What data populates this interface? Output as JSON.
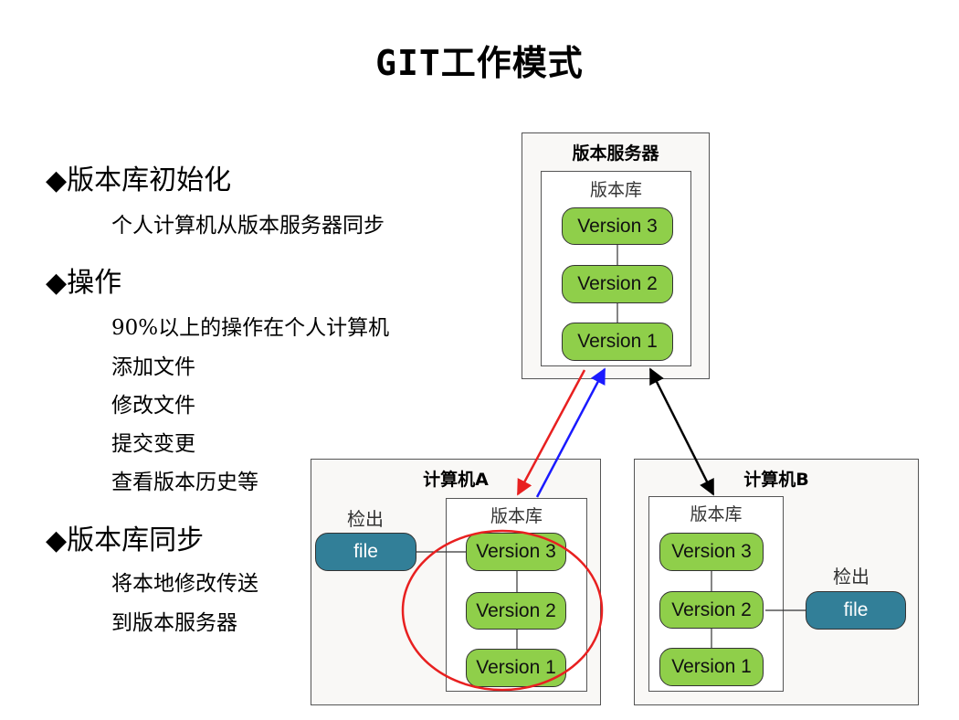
{
  "title": "GIT工作模式",
  "bullets": [
    {
      "marker": "◆",
      "heading": "版本库初始化",
      "items": [
        "个人计算机从版本服务器同步"
      ]
    },
    {
      "marker": "◆",
      "heading": "操作",
      "items": [
        "90%以上的操作在个人计算机",
        "添加文件",
        "修改文件",
        "提交变更",
        "查看版本历史等"
      ]
    },
    {
      "marker": "◆",
      "heading": "版本库同步",
      "items": [
        "将本地修改传送",
        "到版本服务器"
      ]
    }
  ],
  "server": {
    "title": "版本服务器",
    "repo_label": "版本库",
    "versions": [
      "Version 3",
      "Version 2",
      "Version 1"
    ]
  },
  "computer_a": {
    "title": "计算机A",
    "repo_label": "版本库",
    "checkout_label": "检出",
    "file_label": "file",
    "versions": [
      "Version 3",
      "Version 2",
      "Version 1"
    ]
  },
  "computer_b": {
    "title": "计算机B",
    "repo_label": "版本库",
    "checkout_label": "检出",
    "file_label": "file",
    "versions": [
      "Version 3",
      "Version 2",
      "Version 1"
    ]
  },
  "colors": {
    "version_fill": "#8fcf4a",
    "file_fill": "#327f98",
    "push_arrow": "#1a1aff",
    "pull_arrow": "#e82020",
    "sync_arrow": "#000000",
    "highlight_ellipse": "#e82020"
  }
}
